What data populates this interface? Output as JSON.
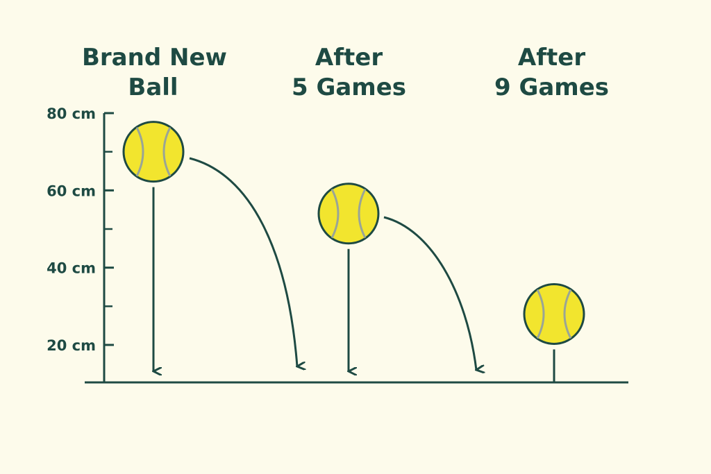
{
  "colors": {
    "background": "#fdfbeb",
    "ink": "#1e4a43",
    "ball_fill": "#f2e52e",
    "ball_outline": "#1e4a43",
    "ball_seam": "#9aa596"
  },
  "axis": {
    "ticks": [
      {
        "label": "80 cm",
        "value": 80
      },
      {
        "label": "60 cm",
        "value": 60
      },
      {
        "label": "40 cm",
        "value": 40
      },
      {
        "label": "20 cm",
        "value": 20
      }
    ],
    "minor_ticks": [
      70,
      50,
      30
    ],
    "range": [
      10,
      80
    ]
  },
  "stages": [
    {
      "title_lines": [
        "Brand New",
        "Ball"
      ],
      "bounce_height": 70,
      "has_arrows": true
    },
    {
      "title_lines": [
        "After",
        "5 Games"
      ],
      "bounce_height": 54,
      "has_arrows": true
    },
    {
      "title_lines": [
        "After",
        "9 Games"
      ],
      "bounce_height": 28,
      "has_arrows": false
    }
  ],
  "icons": [
    "tennis-ball-icon",
    "arrow-down-icon",
    "curved-arrow-icon"
  ]
}
